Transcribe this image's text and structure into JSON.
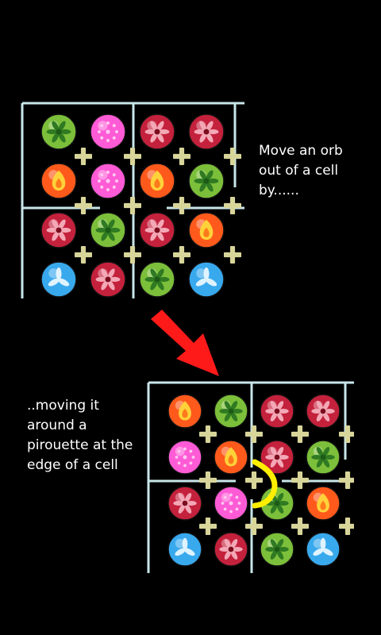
{
  "captions": {
    "step1": "Move an orb\nout of a cell\nby......",
    "step2": "..moving it\naround a\npirouette at the\nedge of a cell"
  },
  "colors": {
    "background": "#000000",
    "grid_line": "#c8e6ea",
    "arrow": "#ff1a1a",
    "swirl_marker": "#ffee00",
    "plus": "#d8d59a"
  },
  "orb_types": {
    "green": {
      "icon": "green-wood-orb-icon",
      "base": "#7cbf3a",
      "glyph": "#2f7a22"
    },
    "pink": {
      "icon": "pink-heart-orb-icon",
      "base": "#ff5bd6",
      "glyph": "#ffc9f2"
    },
    "red": {
      "icon": "red-water-flower-orb-icon",
      "base": "#c4213c",
      "glyph": "#f3a8b6"
    },
    "fire": {
      "icon": "fire-orb-icon",
      "base": "#ff5a1c",
      "glyph": "#ffd23a"
    },
    "blue": {
      "icon": "blue-water-orb-icon",
      "base": "#39a9ee",
      "glyph": "#dff3ff"
    }
  },
  "boards": {
    "before": [
      [
        "green",
        "pink",
        "red",
        "red"
      ],
      [
        "fire",
        "pink",
        "fire",
        "green"
      ],
      [
        "red",
        "green",
        "red",
        "fire"
      ],
      [
        "blue",
        "red",
        "green",
        "blue"
      ]
    ],
    "after": [
      [
        "fire",
        "green",
        "red",
        "red"
      ],
      [
        "pink",
        "fire",
        "red",
        "green"
      ],
      [
        "red",
        "pink",
        "green",
        "fire"
      ],
      [
        "blue",
        "red",
        "green",
        "blue"
      ]
    ]
  },
  "arrow_icon": "red-arrow-icon",
  "swirl_icon": "yellow-swirl-icon"
}
